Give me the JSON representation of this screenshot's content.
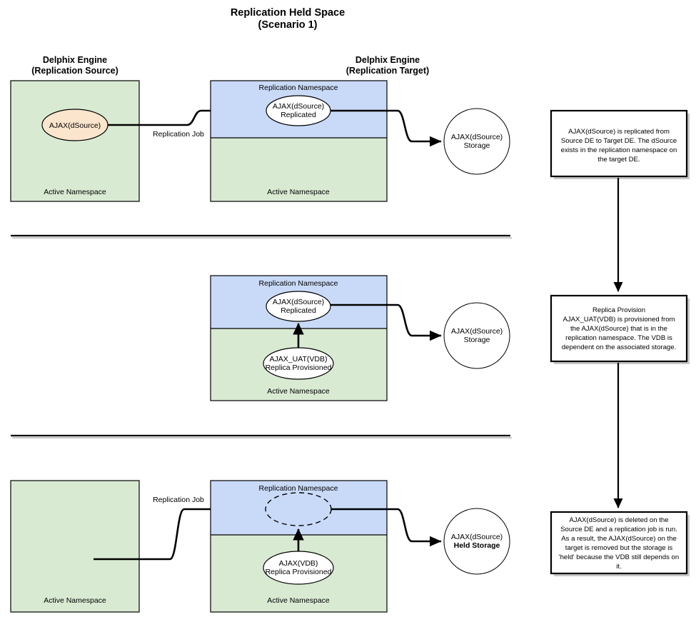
{
  "title": {
    "line1": "Replication Held Space",
    "line2": "(Scenario 1)"
  },
  "headers": {
    "source": {
      "line1": "Delphix Engine",
      "line2": "(Replication Source)"
    },
    "target": {
      "line1": "Delphix Engine",
      "line2": "(Replication Target)"
    }
  },
  "labels": {
    "active_namespace": "Active Namespace",
    "replication_namespace": "Replication Namespace",
    "replication_job": "Replication Job"
  },
  "rows": [
    {
      "id": "row-1",
      "source_node": {
        "line1": "AJAX(dSource)",
        "line2": ""
      },
      "replicated_node": {
        "line1": "AJAX(dSource)",
        "line2": "Replicated"
      },
      "storage_node": {
        "line1": "AJAX(dSource)",
        "line2": "Storage",
        "line2_bold": false
      },
      "vdb_node": null,
      "replication_job_label": "Replication Job"
    },
    {
      "id": "row-2",
      "source_node": null,
      "replicated_node": {
        "line1": "AJAX(dSource)",
        "line2": "Replicated"
      },
      "storage_node": {
        "line1": "AJAX(dSource)",
        "line2": "Storage",
        "line2_bold": false
      },
      "vdb_node": {
        "line1": "AJAX_UAT(VDB)",
        "line2": "Replica Provisioned"
      },
      "replication_job_label": ""
    },
    {
      "id": "row-3",
      "source_node": null,
      "replicated_node": {
        "line1": "",
        "line2": ""
      },
      "storage_node": {
        "line1": "AJAX(dSource)",
        "line2": "Held Storage",
        "line2_bold": true
      },
      "vdb_node": {
        "line1": "AJAX(VDB)",
        "line2": "Replica Provisioned"
      },
      "replication_job_label": "Replication Job"
    }
  ],
  "notes": [
    {
      "id": "note-1",
      "lines": [
        "AJAX(dSource) is replicated from",
        "Source DE to Target DE.  The dSource",
        "exists in the replication namespace on",
        "the target DE."
      ]
    },
    {
      "id": "note-2",
      "lines": [
        "Replica Provision",
        "AJAX_UAT(VDB) is provisioned from",
        "the AJAX(dSource) that is in the",
        "replication namespace.  The VDB is",
        "dependent on the associated storage."
      ]
    },
    {
      "id": "note-3",
      "lines": [
        "AJAX(dSource) is deleted on the",
        "Source DE and a replication job is run.",
        "As a result, the AJAX(dSource) on the",
        "target is removed but the storage is",
        "'held' because the VDB still depends on",
        "it."
      ]
    }
  ],
  "colors": {
    "active_namespace_fill": "#d9ead3",
    "replication_namespace_fill": "#c9daf8",
    "dsource_fill": "#fce5cd",
    "node_fill": "#ffffff",
    "stroke": "#000000"
  }
}
